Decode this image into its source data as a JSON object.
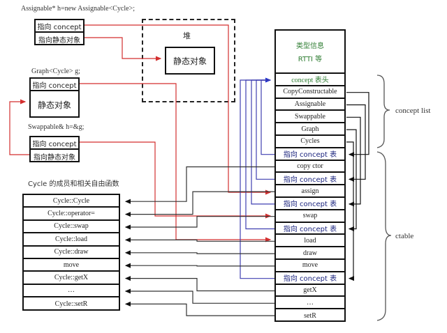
{
  "colors": {
    "red_wire": "#d32f2f",
    "blue_wire": "#3f3fb0",
    "dark_wire": "#333333",
    "green_text": "#2e7d32",
    "blue_text": "#1a237e"
  },
  "left": {
    "assignable_decl": "Assignable* h=new Assignable<Cycle>;",
    "assignable_obj": [
      "指向 concept",
      "指向静态对象"
    ],
    "graph_decl": "Graph<Cycle> g;",
    "graph_obj": [
      "指向 concept",
      "静态对象"
    ],
    "swappable_decl": "Swappable& h=&g;",
    "swappable_obj": [
      "指向 concept",
      "指向静态对象"
    ],
    "members_title": "Cycle 的成员和相关自由函数",
    "members": [
      "Cycle::Cycle",
      "Cycle::operator=",
      "Cycle::swap",
      "Cycle::load",
      "Cycle::draw",
      "move",
      "Cycle::getX",
      "…",
      "Cycle::setR"
    ]
  },
  "heap": {
    "title": "堆",
    "object": "静态对象"
  },
  "right": {
    "header_line1": "类型信息",
    "header_line2": "RTTI 等",
    "rows": [
      {
        "text": "concept 表头",
        "style": "green"
      },
      {
        "text": "CopyConstructable",
        "style": "normal"
      },
      {
        "text": "Assignable",
        "style": "normal"
      },
      {
        "text": "Swappable",
        "style": "normal"
      },
      {
        "text": "Graph",
        "style": "normal"
      },
      {
        "text": "Cycles",
        "style": "normal"
      },
      {
        "text": "指向 concept 表",
        "style": "blue"
      },
      {
        "text": "copy  ctor",
        "style": "normal"
      },
      {
        "text": "指向 concept 表",
        "style": "blue"
      },
      {
        "text": "assign",
        "style": "normal"
      },
      {
        "text": "指向 concept 表",
        "style": "blue"
      },
      {
        "text": "swap",
        "style": "normal"
      },
      {
        "text": "指向 concept 表",
        "style": "blue"
      },
      {
        "text": "load",
        "style": "normal"
      },
      {
        "text": "draw",
        "style": "normal"
      },
      {
        "text": "move",
        "style": "normal"
      },
      {
        "text": "指向 concept 表",
        "style": "blue"
      },
      {
        "text": "getX",
        "style": "normal"
      },
      {
        "text": "…",
        "style": "normal"
      },
      {
        "text": "setR",
        "style": "normal"
      }
    ],
    "brace_concept_list": "concept list",
    "brace_ctable": "ctable"
  }
}
